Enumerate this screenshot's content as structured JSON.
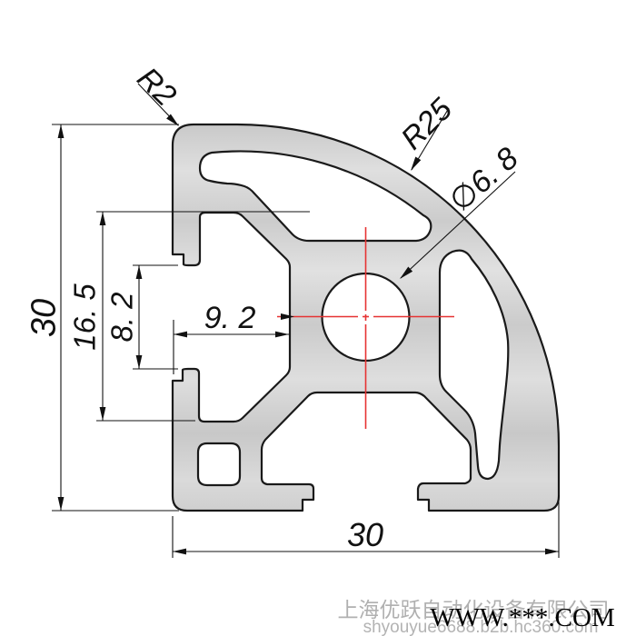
{
  "drawing": {
    "labels": {
      "fillet_radius": "R2",
      "corner_radius": "R25",
      "hole_diameter": "∅6. 8",
      "slot_depth": "9. 2",
      "flange_span": "16. 5",
      "slot_opening": "8. 2",
      "overall_height": "30",
      "overall_width": "30"
    },
    "watermark": {
      "company": "上海优跃自动化设备有限公司",
      "url": "shyouyue6688.b2b.hc360.com",
      "site": "WWW.***.COM"
    },
    "colors": {
      "outline": "#1a1a1a",
      "centerline": "#e63232",
      "dimension": "#111111",
      "fill_base": "#d3d3d3",
      "watermark_gray": "#b0b0b0"
    }
  }
}
